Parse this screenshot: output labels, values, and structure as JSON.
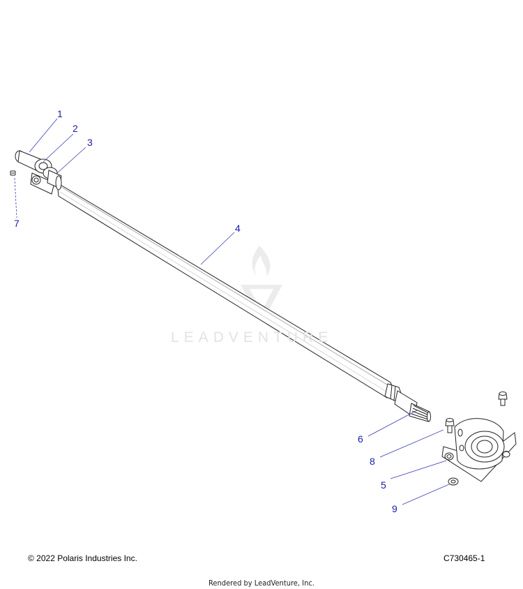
{
  "callouts": {
    "c1": "1",
    "c2": "2",
    "c3": "3",
    "c4": "4",
    "c5": "5",
    "c6": "6",
    "c7": "7",
    "c8": "8",
    "c9": "9"
  },
  "footer": {
    "copyright": "© 2022 Polaris Industries Inc.",
    "part_number": "C730465-1",
    "rendered_by": "Rendered by LeadVenture, Inc."
  },
  "watermark": {
    "text": "LEADVENTURE"
  },
  "colors": {
    "callout": "#1a1aa8",
    "line_art": "#222222",
    "watermark": "#e3e3e3"
  }
}
